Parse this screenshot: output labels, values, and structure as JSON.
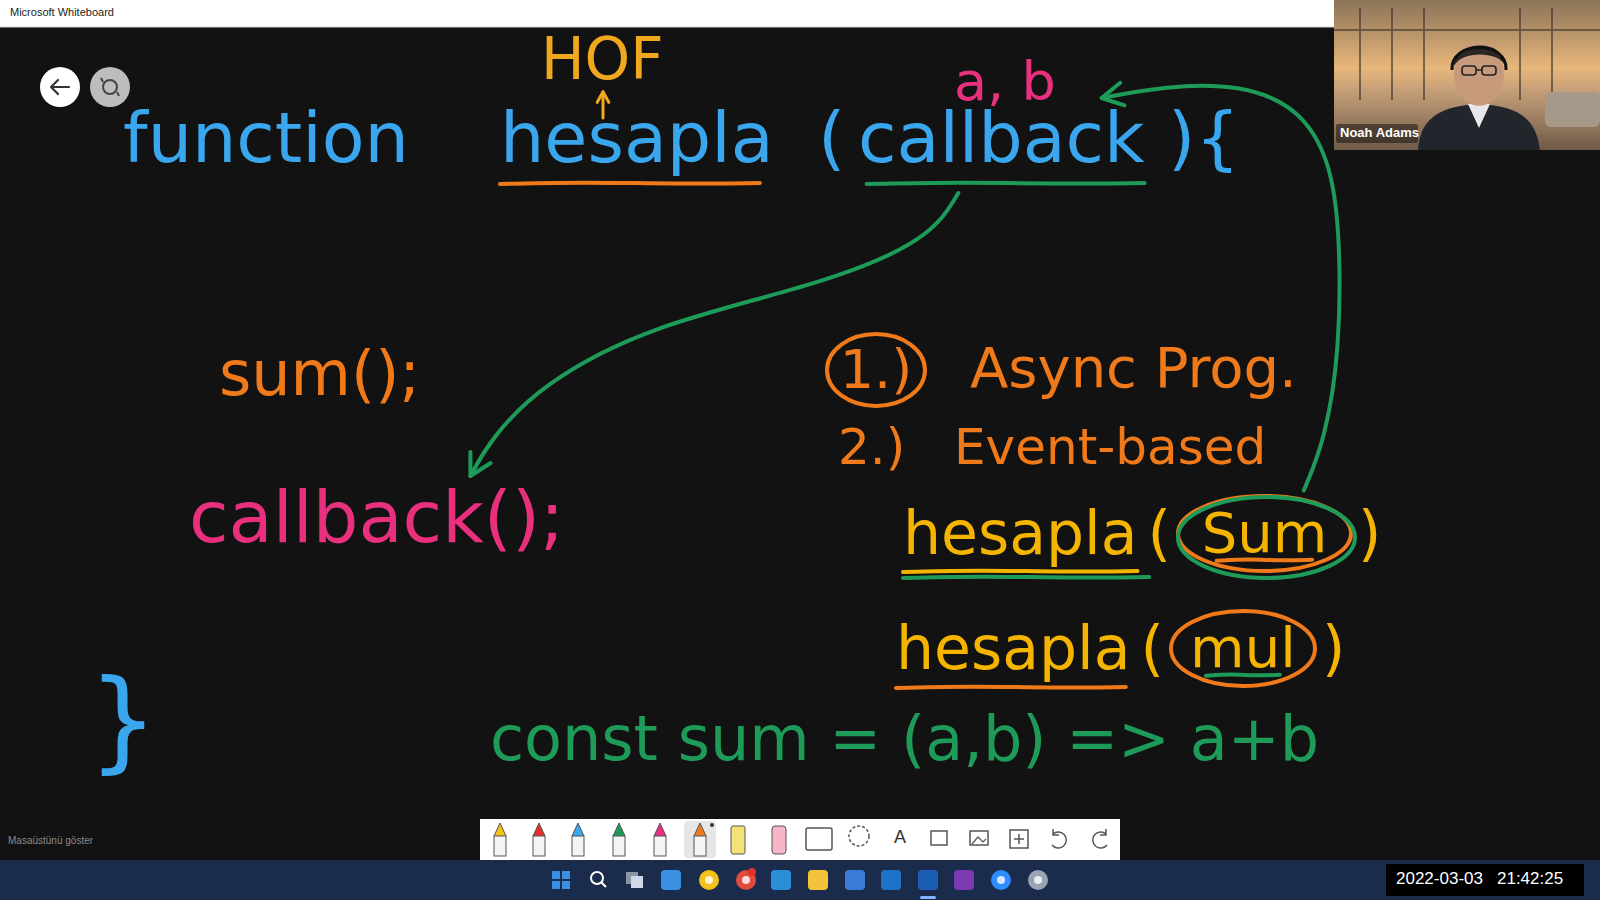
{
  "diagram": {
    "nodes": [
      {
        "text": [
          "1.)"
        ]
      },
      {
        "text": [
          "Sum"
        ]
      },
      {
        "text": [
          "mul"
        ]
      }
    ],
    "labels": [
      "Microsoft Whiteboard",
      "HOF",
      "a, b",
      "function",
      "hesapla",
      "(",
      "callback",
      "){",
      "sum();",
      "callback();",
      "}",
      "Async Prog.",
      "2.)",
      "Event-based",
      "hesapla",
      "(",
      ")",
      "hesapla",
      "(",
      ")",
      "const sum = (a,b) => a+b",
      "A",
      "Noah Adams",
      "Masaüstünü göster",
      "2022-03-03",
      "21:42:25"
    ]
  }
}
